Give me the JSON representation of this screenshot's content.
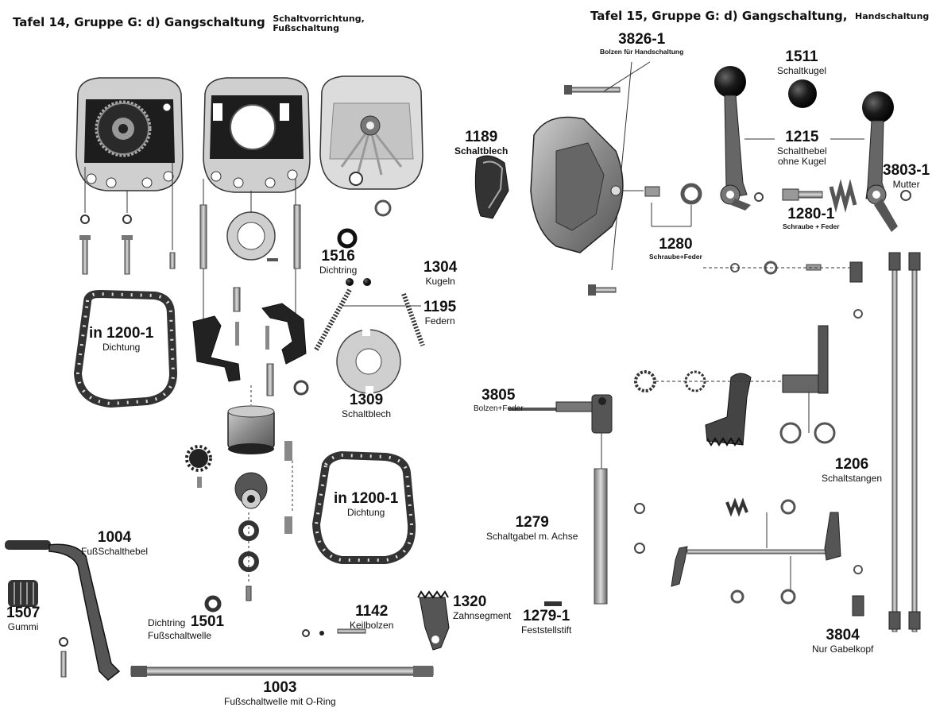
{
  "headers": {
    "left": {
      "plate": "Tafel 14, Gruppe G:  d) Gangschaltung",
      "sub1": "Schaltvorrichtung,",
      "sub2": "Fußschaltung"
    },
    "right": {
      "plate": "Tafel 15, Gruppe G:  d) Gangschaltung,",
      "sub": "Handschaltung"
    }
  },
  "parts": [
    {
      "id": "1516",
      "number": "1516",
      "caption": "Dichtring"
    },
    {
      "id": "1304",
      "number": "1304",
      "caption": "Kugeln"
    },
    {
      "id": "1195",
      "number": "1195",
      "caption": "Federn"
    },
    {
      "id": "1309",
      "number": "1309",
      "caption": "Schaltblech"
    },
    {
      "id": "1200-1-a",
      "number": "in 1200-1",
      "caption": "Dichtung"
    },
    {
      "id": "1200-1-b",
      "number": "in 1200-1",
      "caption": "Dichtung"
    },
    {
      "id": "1004",
      "number": "1004",
      "caption": "FußSchalthebel"
    },
    {
      "id": "1507",
      "number": "1507",
      "caption": "Gummi"
    },
    {
      "id": "1501",
      "number": "1501",
      "caption_pre": "Dichtring",
      "caption": "Fußschaltwelle"
    },
    {
      "id": "1142",
      "number": "1142",
      "caption": "Keilbolzen"
    },
    {
      "id": "1320",
      "number": "1320",
      "caption": "Zahnsegment"
    },
    {
      "id": "1003",
      "number": "1003",
      "caption": "Fußschaltwelle mit O-Ring"
    },
    {
      "id": "3826-1",
      "number": "3826-1",
      "caption": "Bolzen für Handschaltung"
    },
    {
      "id": "1511",
      "number": "1511",
      "caption": "Schaltkugel"
    },
    {
      "id": "1189",
      "number": "1189",
      "caption": "Schaltblech"
    },
    {
      "id": "1215",
      "number": "1215",
      "caption": "Schalthebel",
      "caption2": "ohne Kugel"
    },
    {
      "id": "3803-1",
      "number": "3803-1",
      "caption": "Mutter"
    },
    {
      "id": "1280-1",
      "number": "1280-1",
      "caption": "Schraube + Feder"
    },
    {
      "id": "1280",
      "number": "1280",
      "caption": "Schraube+Feder"
    },
    {
      "id": "3805",
      "number": "3805",
      "caption": "Bolzen+Feder"
    },
    {
      "id": "1279",
      "number": "1279",
      "caption": "Schaltgabel m. Achse"
    },
    {
      "id": "1279-1",
      "number": "1279-1",
      "caption": "Feststellstift"
    },
    {
      "id": "1206",
      "number": "1206",
      "caption": "Schaltstangen"
    },
    {
      "id": "3804",
      "number": "3804",
      "caption": "Nur Gabelkopf"
    }
  ]
}
